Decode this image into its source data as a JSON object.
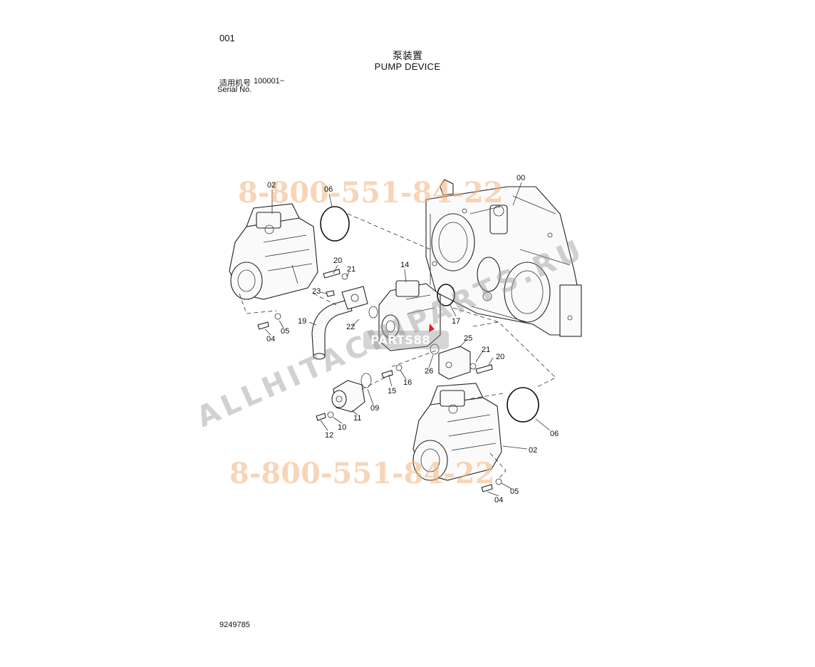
{
  "header": {
    "page_number": "001",
    "title_cn": "泵装置",
    "title_en": "PUMP DEVICE",
    "serial_label_cn": "适用机号",
    "serial_range": "100001~",
    "serial_label_en": "Serial No."
  },
  "footer": {
    "document_number": "9249785"
  },
  "watermarks": {
    "phone_top": "8-800-551-84-22",
    "phone_bottom": "8-800-551-84-22",
    "site": "ALLHITACHIPARTS.RU",
    "logo_text": "PARTS88"
  },
  "callouts": {
    "c00": "00",
    "c02a": "02",
    "c06a": "06",
    "c20a": "20",
    "c21a": "21",
    "c23": "23",
    "c19": "19",
    "c22": "22",
    "c04a": "04",
    "c05a": "05",
    "c14": "14",
    "c17": "17",
    "c25": "25",
    "c21b": "21",
    "c20b": "20",
    "c26": "26",
    "c16": "16",
    "c15": "15",
    "c09": "09",
    "c11": "11",
    "c10": "10",
    "c12": "12",
    "c06b": "06",
    "c02b": "02",
    "c05b": "05",
    "c04b": "04"
  }
}
